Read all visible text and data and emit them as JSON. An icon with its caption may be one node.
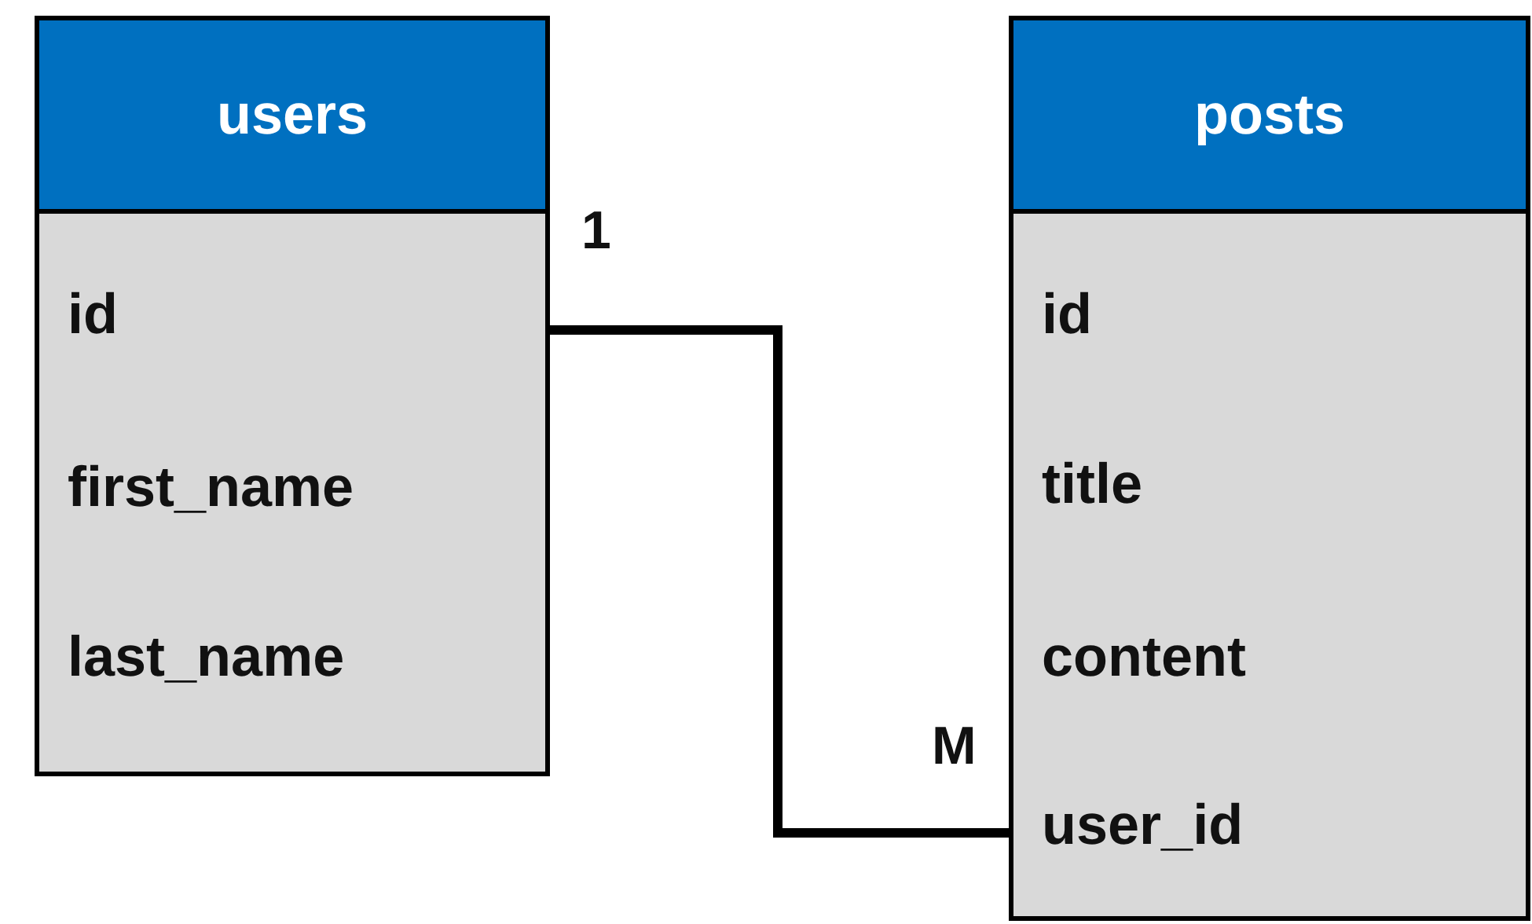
{
  "diagram": {
    "nodes": [
      {
        "text": [
          "users"
        ]
      },
      {
        "text": [
          "id"
        ],
        "in": 0
      },
      {
        "text": [
          "first_name"
        ],
        "in": 0
      },
      {
        "text": [
          "last_name"
        ],
        "in": 0
      },
      {
        "text": [
          "posts"
        ]
      },
      {
        "text": [
          "id"
        ],
        "in": 4
      },
      {
        "text": [
          "title"
        ],
        "in": 4
      },
      {
        "text": [
          "content"
        ],
        "in": 4
      },
      {
        "text": [
          "user_id"
        ],
        "in": 4
      }
    ],
    "edges": [
      {
        "from": 1,
        "to": 8,
        "arrow": "none"
      }
    ],
    "labels": [
      "1",
      "M"
    ]
  }
}
